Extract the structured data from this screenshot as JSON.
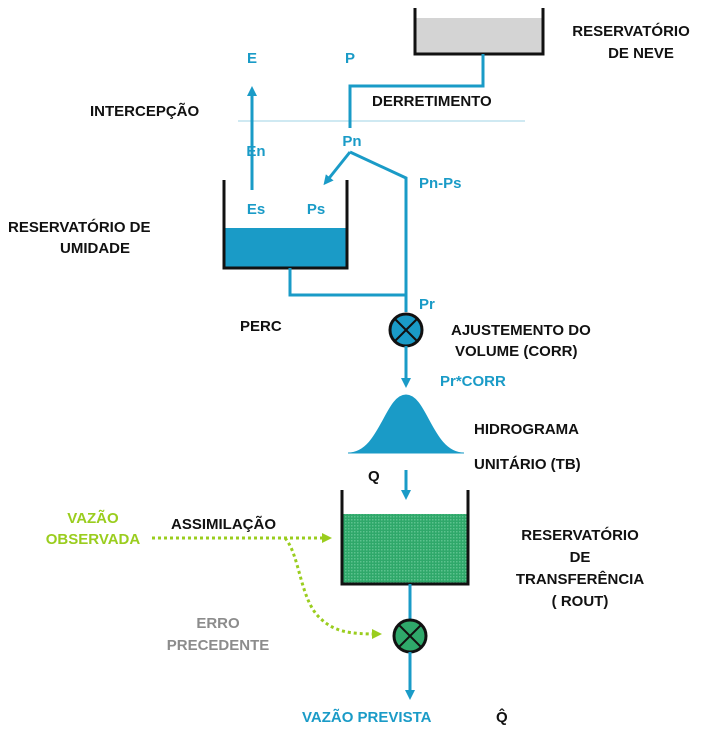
{
  "labels": {
    "reservatorio_neve_1": "RESERVATÓRIO",
    "reservatorio_neve_2": "DE NEVE",
    "derretimento": "DERRETIMENTO",
    "intercepcao": "INTERCEPÇÃO",
    "e": "E",
    "p": "P",
    "en": "En",
    "pn": "Pn",
    "pn_ps": "Pn-Ps",
    "es": "Es",
    "ps": "Ps",
    "reservatorio_umidade_1": "RESERVATÓRIO DE",
    "reservatorio_umidade_2": "UMIDADE",
    "pr": "Pr",
    "perc": "PERC",
    "ajustamento_1": "AJUSTEMENTO DO",
    "ajustamento_2": "VOLUME (CORR)",
    "pr_corr": "Pr*CORR",
    "hidrograma_1": "HIDROGRAMA",
    "hidrograma_2": "UNITÁRIO (TB)",
    "q": "Q",
    "vazao_observada_1": "VAZÃO",
    "vazao_observada_2": "OBSERVADA",
    "assimilacao": "ASSIMILAÇÃO",
    "transferencia_1": "RESERVATÓRIO",
    "transferencia_2": "DE",
    "transferencia_3": "TRANSFERÊNCIA",
    "transferencia_4": "( ROUT)",
    "erro_1": "ERRO",
    "erro_2": "PRECEDENTE",
    "vazao_prevista": "VAZÃO PREVISTA",
    "q_hat": "Q̂"
  },
  "colors": {
    "flow_blue": "#1a9bc7",
    "water_blue": "#1a9bc7",
    "snow_gray": "#d4d4d4",
    "assimilation_green": "#9acd1e",
    "transfer_green": "#2fa86a",
    "text_black": "#111111",
    "text_gray": "#8c8c8c"
  }
}
